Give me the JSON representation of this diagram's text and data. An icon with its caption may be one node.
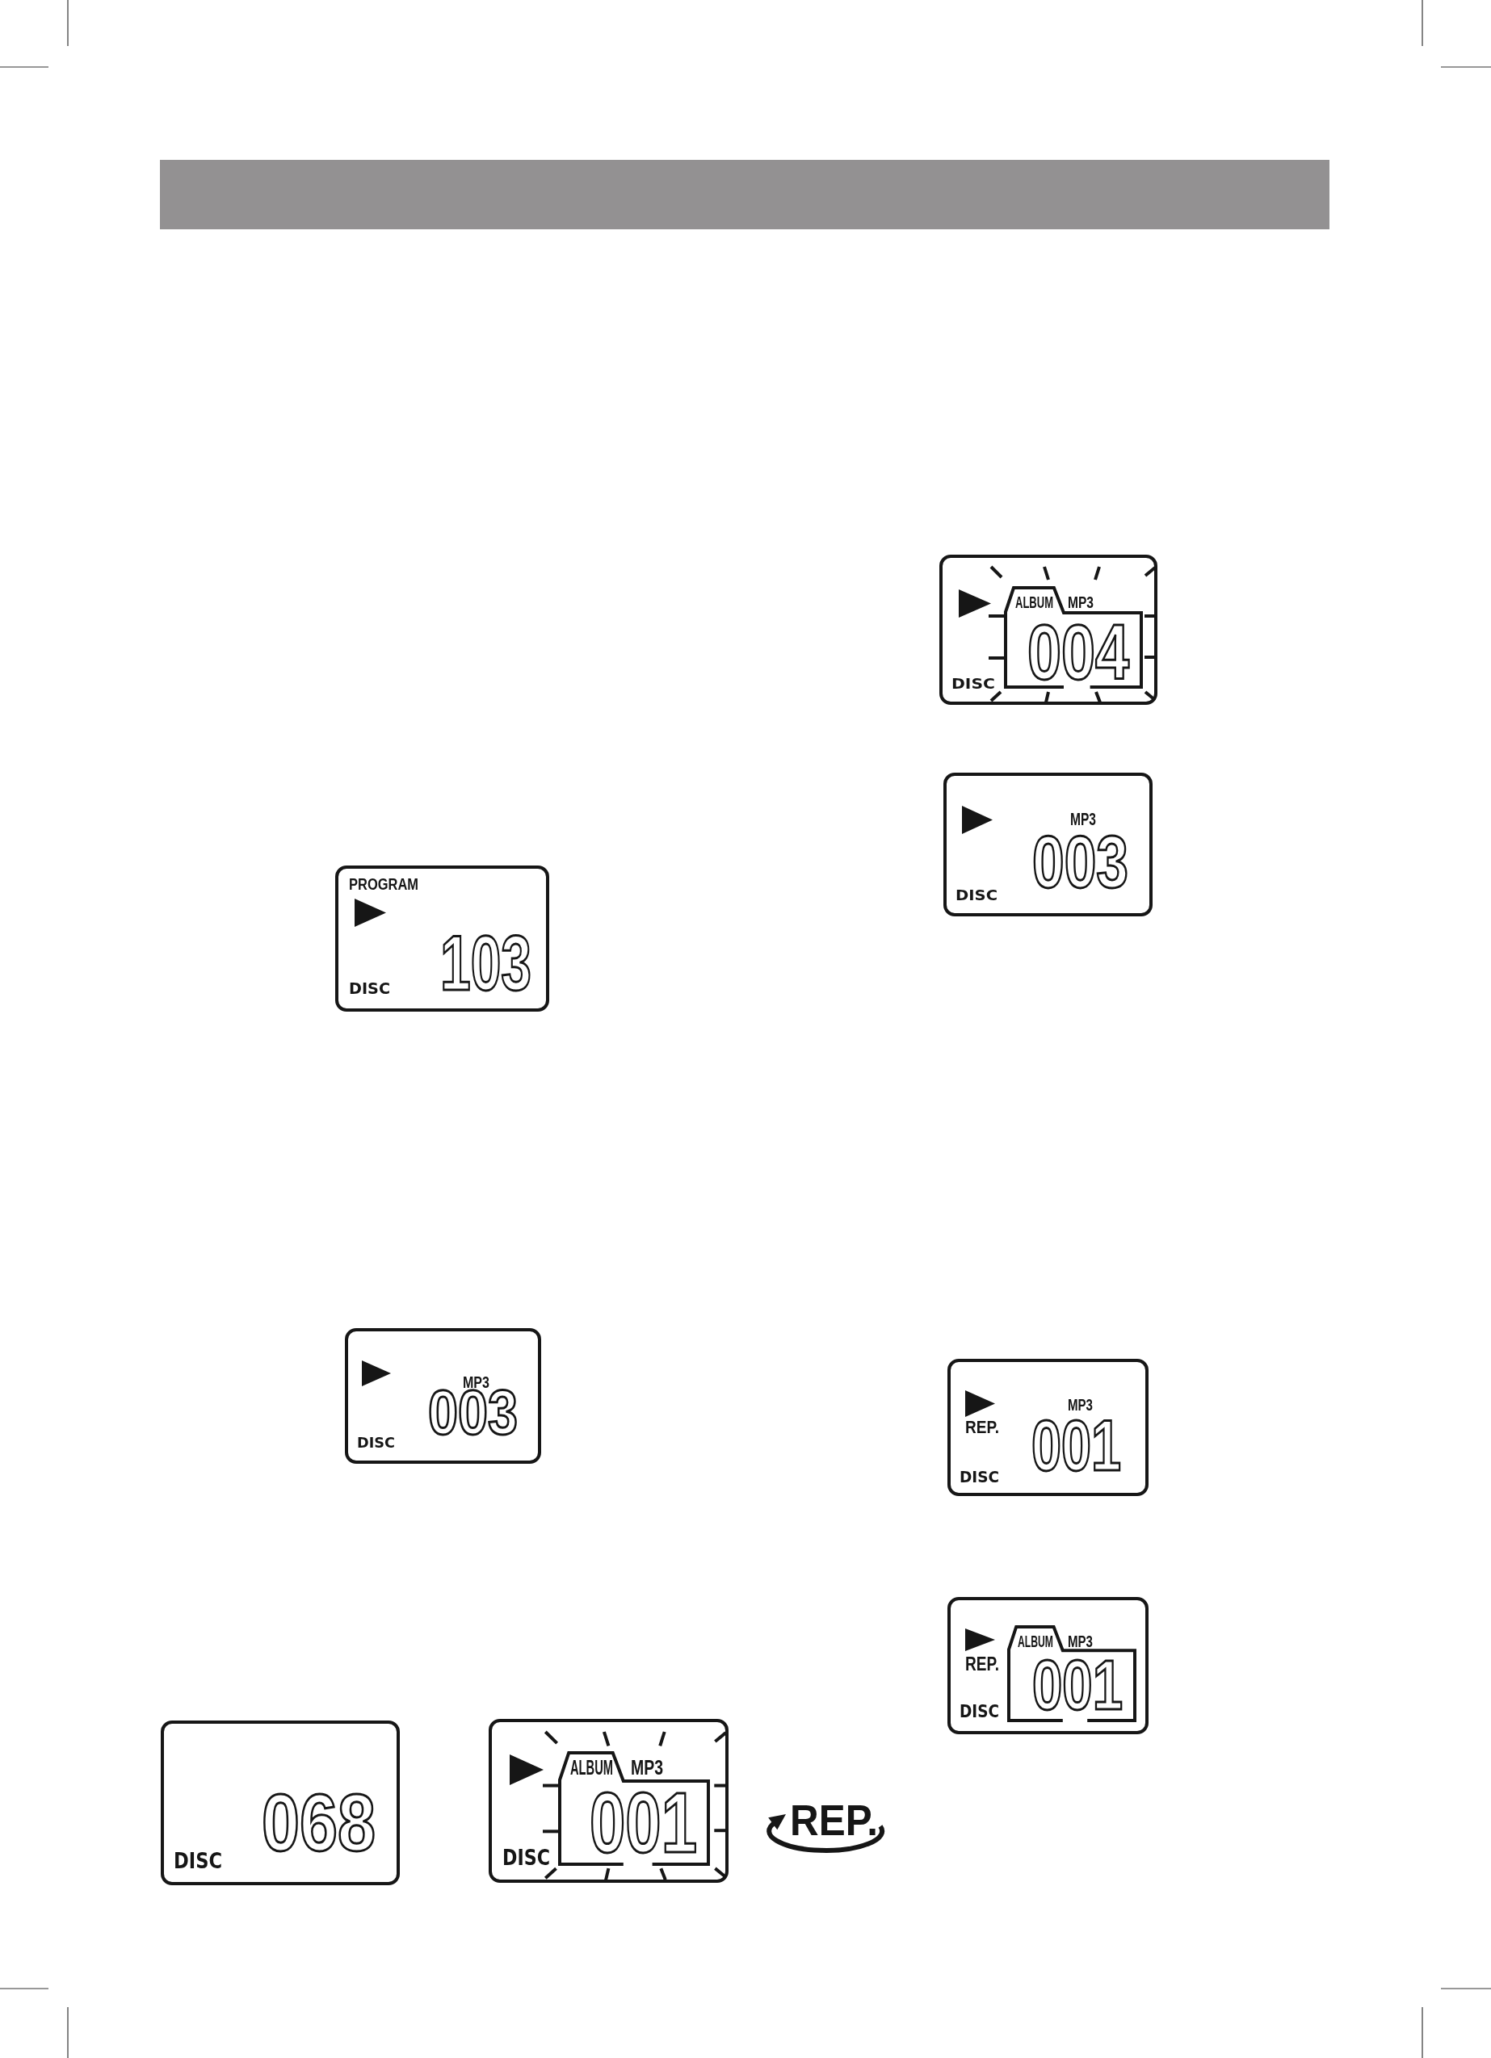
{
  "diagram": {
    "nodes": [
      {
        "text": [
          "DISC"
        ]
      },
      {
        "text": [
          "ALBUM",
          "MP3",
          "004"
        ],
        "in": 0
      },
      {
        "text": [
          "MP3",
          "003",
          "DISC"
        ]
      },
      {
        "text": [
          "PROGRAM",
          "DISC",
          "103"
        ]
      },
      {
        "text": [
          "MP3",
          "003",
          "DISC"
        ]
      },
      {
        "text": [
          "MP3",
          "REP.",
          "001",
          "DISC"
        ]
      },
      {
        "text": [
          "REP.",
          "DISC"
        ]
      },
      {
        "text": [
          "ALBUM",
          "MP3",
          "001"
        ],
        "in": 6
      },
      {
        "text": [
          "068",
          "DISC"
        ]
      },
      {
        "text": [
          "DISC"
        ]
      },
      {
        "text": [
          "ALBUM",
          "MP3",
          "001"
        ],
        "in": 9
      }
    ],
    "labels": [
      "REP."
    ]
  }
}
